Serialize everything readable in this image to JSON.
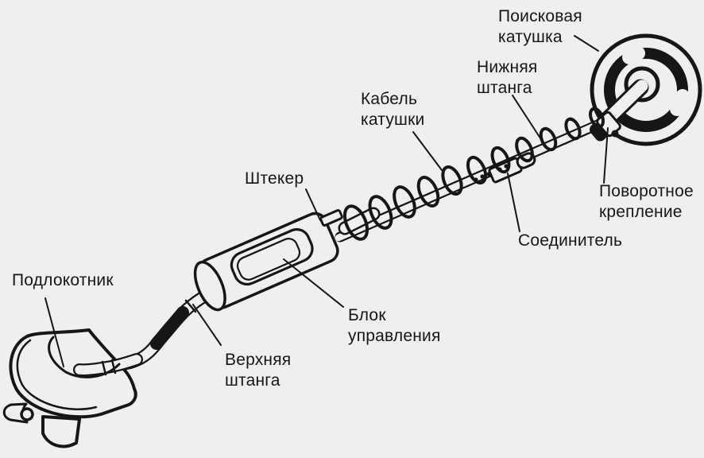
{
  "diagram": {
    "subject": "metal-detector-parts-diagram",
    "labels": {
      "search_coil": {
        "line1": "Поисковая",
        "line2": "катушка"
      },
      "lower_rod": {
        "line1": "Нижняя",
        "line2": "штанга"
      },
      "coil_cable": {
        "line1": "Кабель",
        "line2": "катушки"
      },
      "plug": {
        "line1": "Штекер",
        "line2": ""
      },
      "armrest": {
        "line1": "Подлокотник",
        "line2": ""
      },
      "control_unit": {
        "line1": "Блок",
        "line2": "управления"
      },
      "upper_rod": {
        "line1": "Верхняя",
        "line2": "штанга"
      },
      "connector": {
        "line1": "Соединитель",
        "line2": ""
      },
      "swivel_mount": {
        "line1": "Поворотное",
        "line2": "крепление"
      }
    },
    "colors": {
      "background": "#eef0ed",
      "paper": "#eef0ed",
      "line": "#161616",
      "text": "#161616"
    }
  }
}
